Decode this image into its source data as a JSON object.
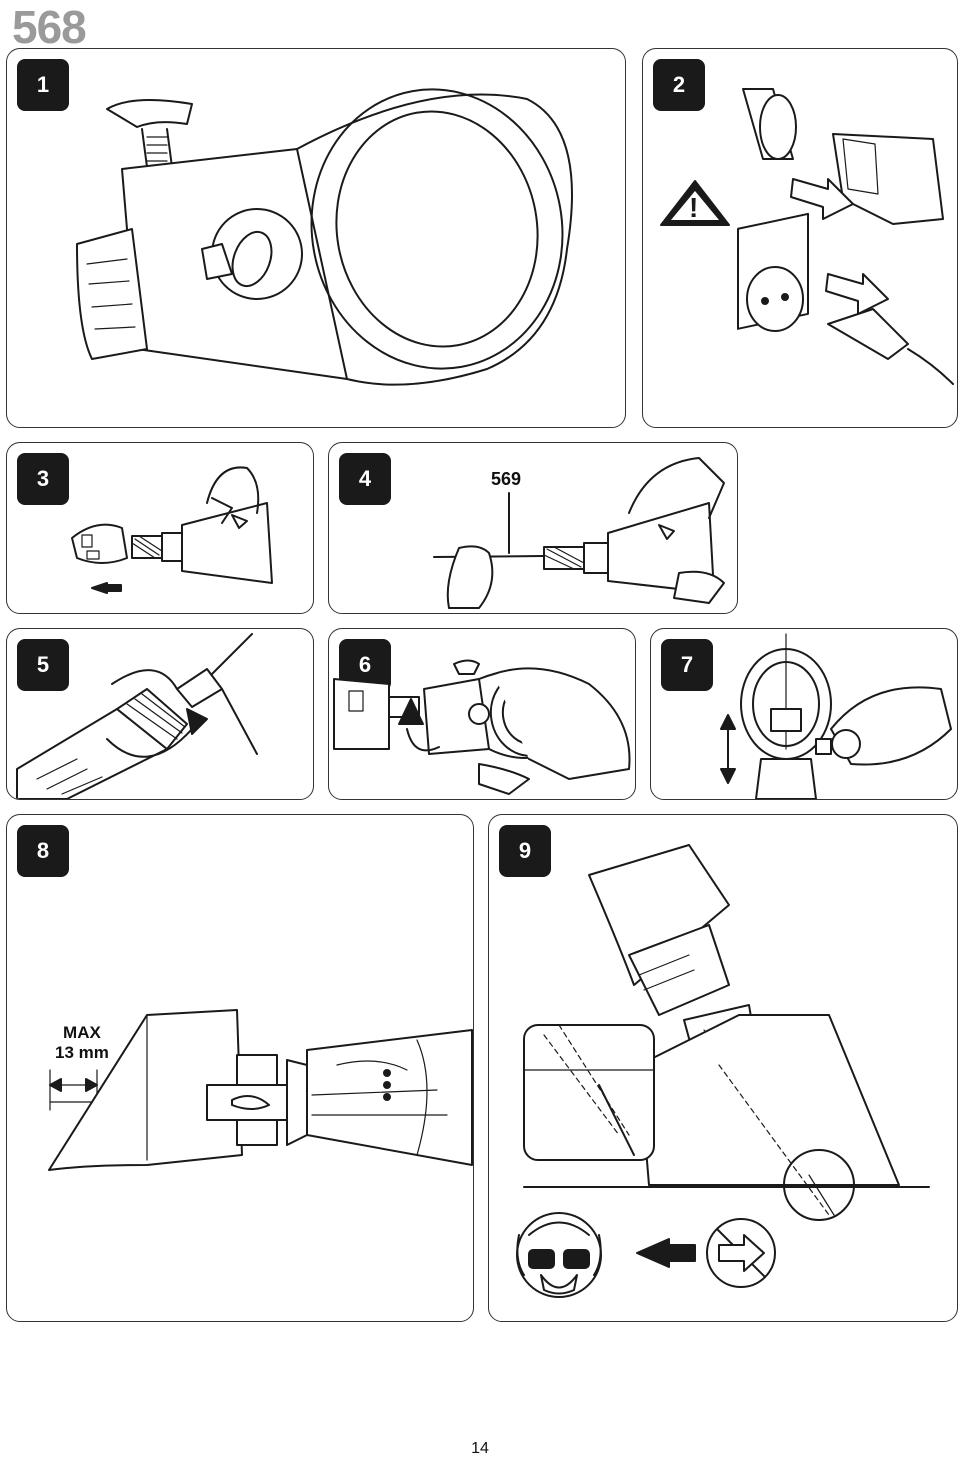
{
  "header": {
    "model_number": "568"
  },
  "panels": {
    "p1": {
      "step": "1"
    },
    "p2": {
      "step": "2"
    },
    "p3": {
      "step": "3"
    },
    "p4": {
      "step": "4",
      "accessory_label": "569"
    },
    "p5": {
      "step": "5"
    },
    "p6": {
      "step": "6"
    },
    "p7": {
      "step": "7"
    },
    "p8": {
      "step": "8",
      "max_label": "MAX",
      "max_value": "13 mm"
    },
    "p9": {
      "step": "9"
    }
  },
  "footer": {
    "page_number": "14"
  }
}
